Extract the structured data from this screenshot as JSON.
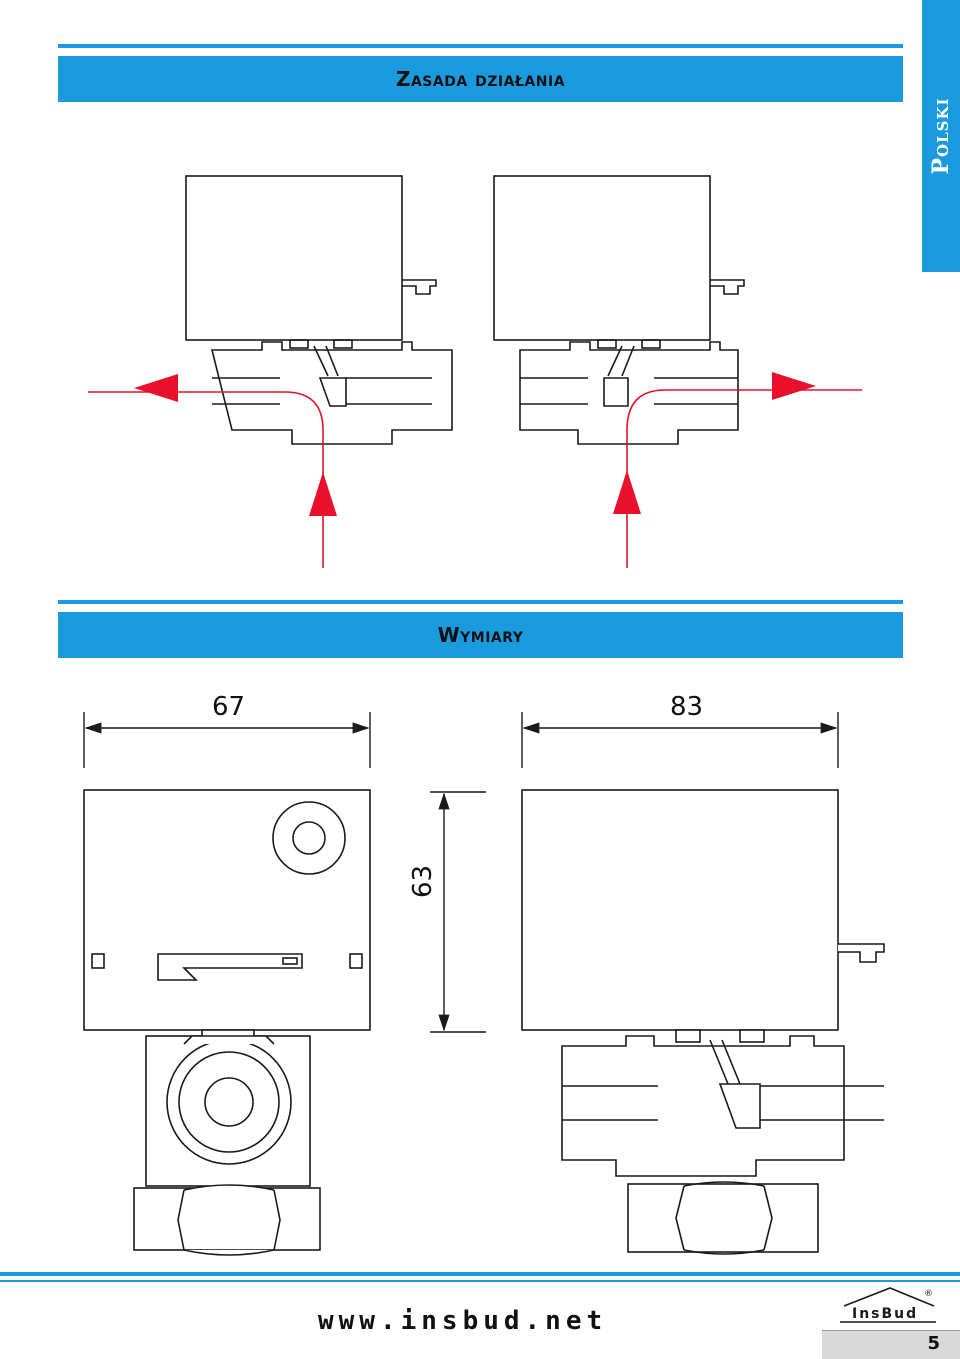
{
  "header": {
    "section1_title": "Zasada działania",
    "section2_title": "Wymiary",
    "side_tab_label": "Polski"
  },
  "dimensions": {
    "width_front": "67",
    "width_side": "83",
    "height": "63"
  },
  "footer": {
    "url": "www.insbud.net",
    "logo_text": "InsBud",
    "logo_mark": "®",
    "page_number": "5"
  },
  "colors": {
    "accent": "#1a9be0",
    "flow_arrow": "#e8102a",
    "line": "#1a1a1a"
  }
}
